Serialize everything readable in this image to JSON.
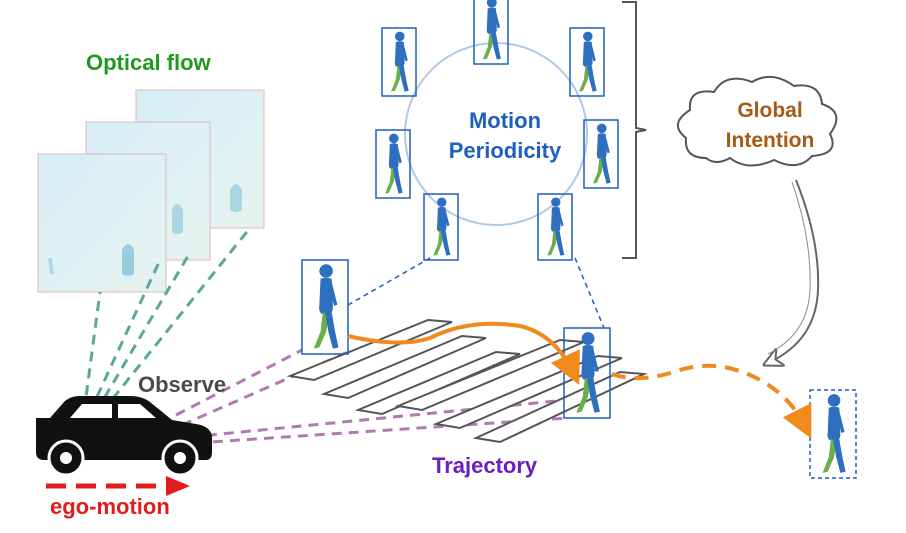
{
  "labels": {
    "optical_flow": "Optical flow",
    "motion_line1": "Motion",
    "motion_line2": "Periodicity",
    "global_line1": "Global",
    "global_line2": "Intention",
    "observe": "Observe",
    "trajectory": "Trajectory",
    "ego_motion": "ego-motion"
  },
  "colors": {
    "optical_flow": "#1f9a1f",
    "motion_periodicity": "#1f5fbf",
    "global_intention": "#a65a14",
    "observe": "#4a4a4a",
    "trajectory": "#6a1fbf",
    "ego_motion": "#e01c1c",
    "pedestrian_body": "#2f6fc0",
    "pedestrian_leg": "#6ab04a",
    "trajectory_path": "#f08a1c",
    "sight_lines_flow": "#5aa89a",
    "sight_lines_observe": "#b07ab0",
    "box_border": "#1f5fbf",
    "circle": "#b0c8e8"
  },
  "icons": [
    "car-icon",
    "cloud-icon",
    "bracket-icon",
    "crosswalk-icon",
    "pedestrian-icon",
    "optical-flow-frame-icon"
  ]
}
